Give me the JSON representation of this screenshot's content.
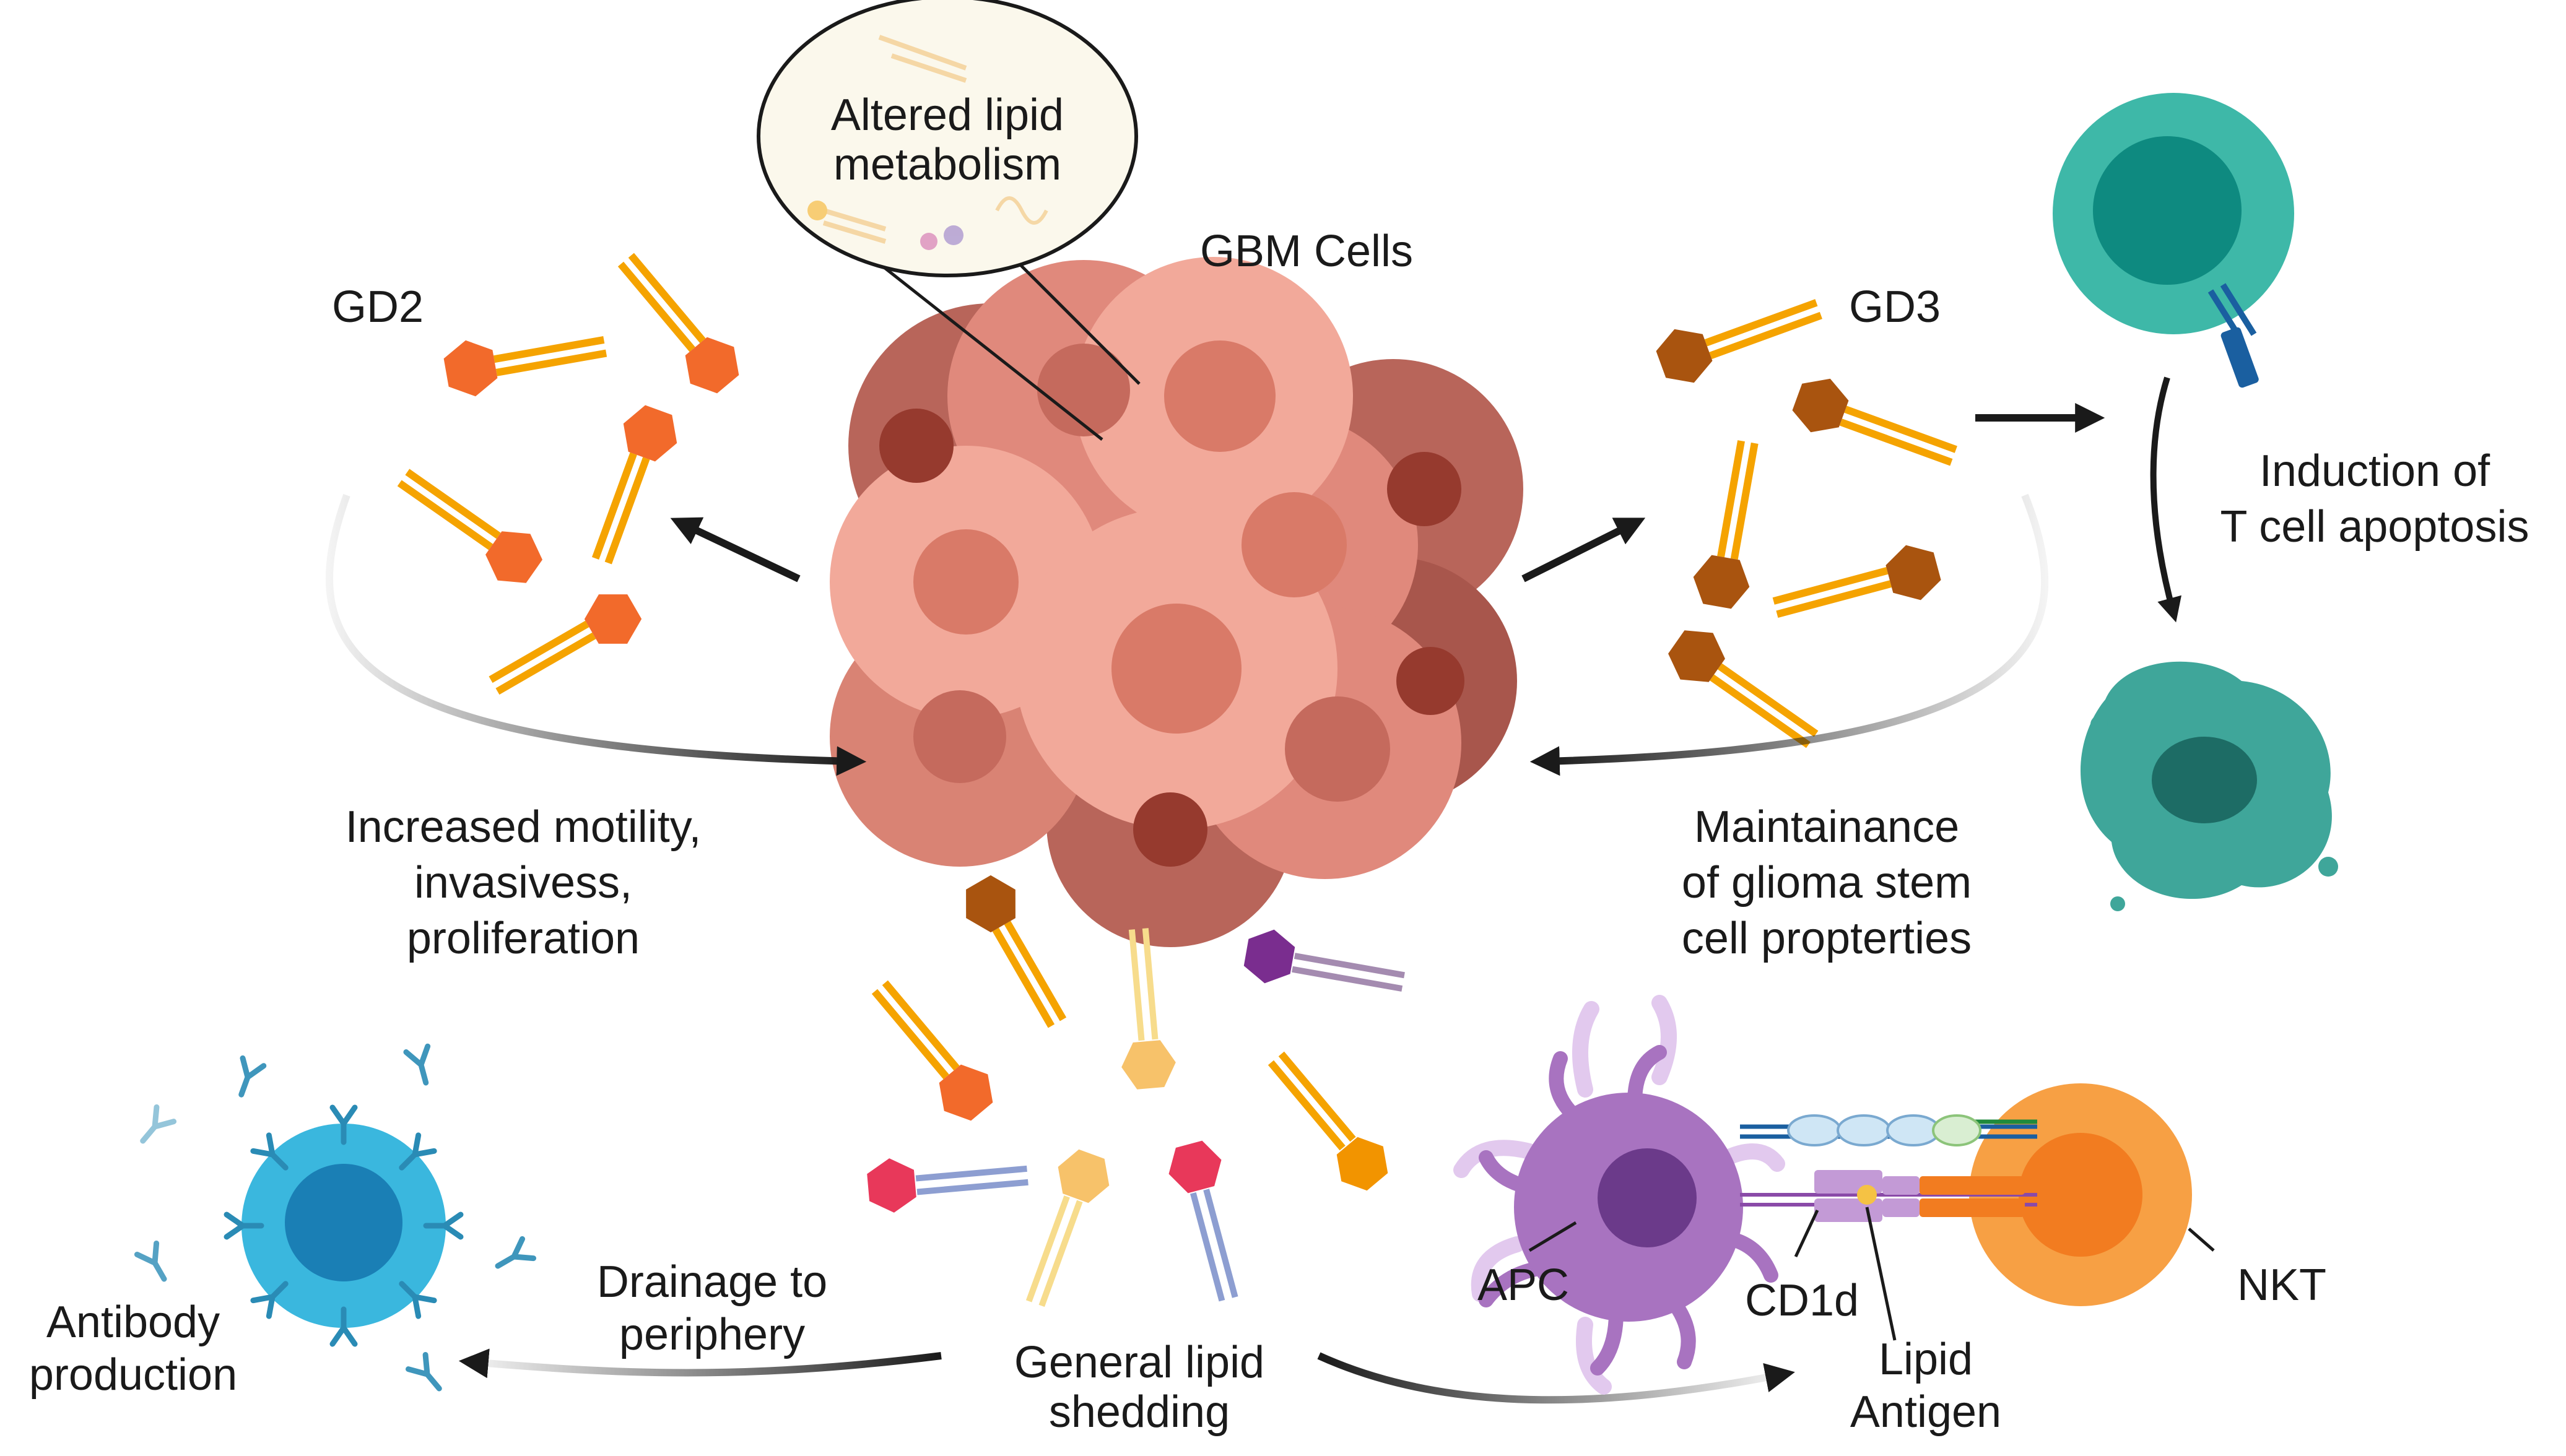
{
  "labels": {
    "lipid_bubble_line1": "Altered lipid",
    "lipid_bubble_line2": "metabolism",
    "gbm_cells": "GBM Cells",
    "gd2": "GD2",
    "gd3": "GD3",
    "gd2_effect_line1": "Increased motility,",
    "gd2_effect_line2": "invasivess,",
    "gd2_effect_line3": "proliferation",
    "gd3_effect_line1": "Maintainance",
    "gd3_effect_line2": "of glioma stem",
    "gd3_effect_line3": "cell propterties",
    "tcell_line1": "Induction of",
    "tcell_line2": "T cell apoptosis",
    "shedding_line1": "General lipid",
    "shedding_line2": "shedding",
    "drainage_line1": "Drainage to",
    "drainage_line2": "periphery",
    "antibody_line1": "Antibody",
    "antibody_line2": "production",
    "apc": "APC",
    "cd1d": "CD1d",
    "lipid_antigen_line1": "Lipid",
    "lipid_antigen_line2": "Antigen",
    "nkt": "NKT"
  },
  "colors": {
    "gd2_head": "#f26a2b",
    "gd3_head": "#a9540f",
    "lipid_tail": "#f5a300",
    "gbm_light": "#f2a99a",
    "gbm_dark": "#b8655a",
    "tcell": "#3eb8a8",
    "bcell": "#3ab7de",
    "apc": "#a873c0",
    "nkt": "#f7a044"
  }
}
